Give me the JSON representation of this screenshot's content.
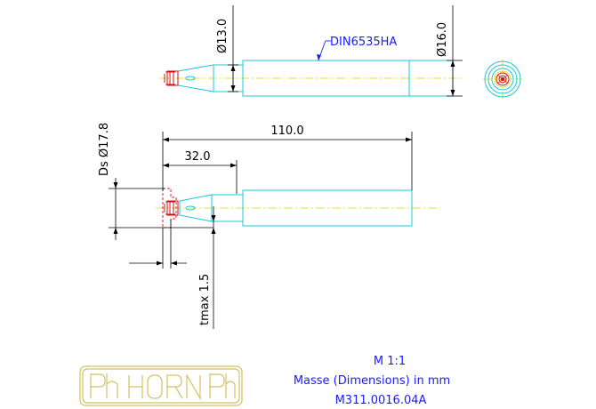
{
  "labels": {
    "dia13": "Ø13.0",
    "dia16": "Ø16.0",
    "din": "DIN6535HA",
    "len110": "110.0",
    "len32": "32.0",
    "ds": "Ds Ø17.8",
    "tmax": "tmax 1.5"
  },
  "footer": {
    "scale": "M 1:1",
    "units": "Masse (Dimensions) in mm",
    "part_number": "M311.0016.04A"
  },
  "logo_text": "ph HORN ph",
  "colors": {
    "outline": "#18c8d8",
    "dimension": "#000000",
    "centerline": "#d8d800",
    "insert": "#d01010",
    "footer_text": "#1a1aff",
    "logo": "#d4c060"
  }
}
